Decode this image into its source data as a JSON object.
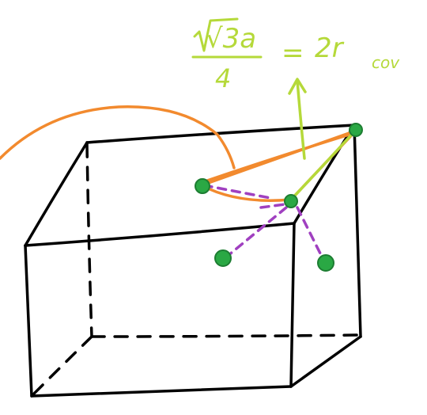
{
  "formula": {
    "numerator": "√3a",
    "denominator": "4",
    "equals": "=",
    "rhs": "2r",
    "rhs_subscript": "cov"
  },
  "colors": {
    "cube_edge": "#000000",
    "formula": "#b5d93a",
    "curve": "#f28a2e",
    "neighbor_line": "#a040c0",
    "atom": "#2aa844"
  }
}
